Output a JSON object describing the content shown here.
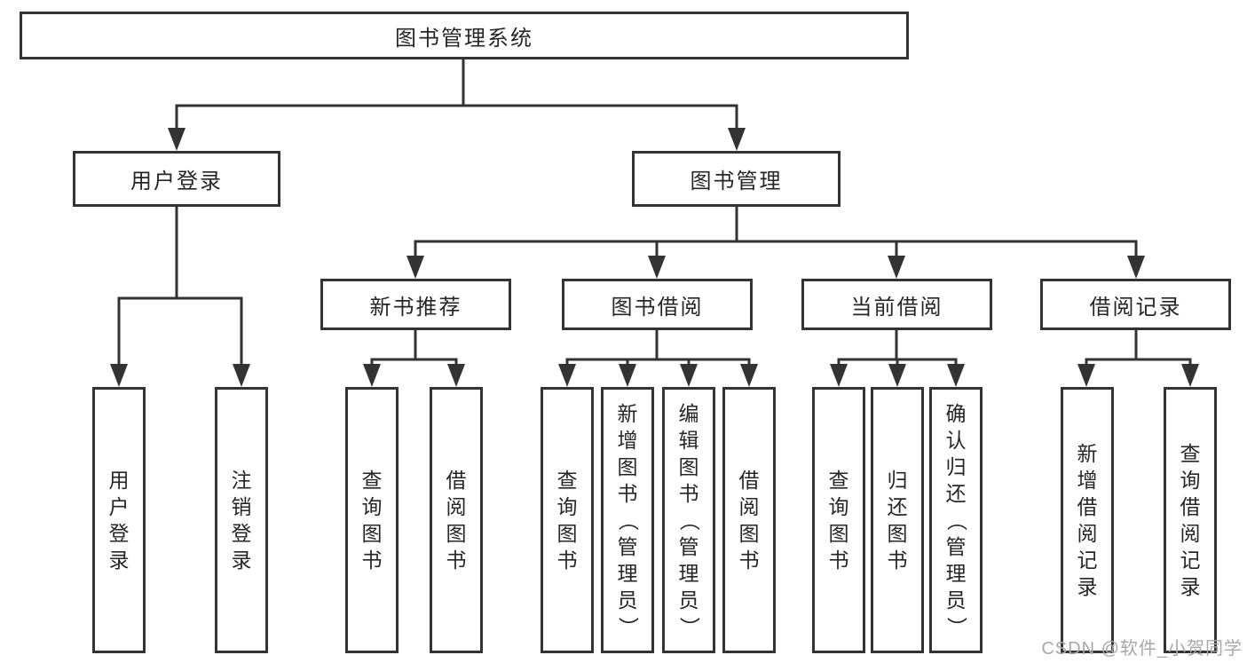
{
  "diagram": {
    "title": "图书管理系统",
    "nodes": {
      "root": {
        "label": "图书管理系统"
      },
      "level2": {
        "user_login": {
          "label": "用户登录"
        },
        "book_management": {
          "label": "图书管理"
        }
      },
      "level3": {
        "new_book_recommend": {
          "label": "新书推荐"
        },
        "book_borrowing": {
          "label": "图书借阅"
        },
        "current_borrowing": {
          "label": "当前借阅"
        },
        "borrowing_records": {
          "label": "借阅记录"
        }
      },
      "leaves": {
        "user_login": {
          "label": "用户登录"
        },
        "logout": {
          "label": "注销登录"
        },
        "recommend_query_book": {
          "label": "查询图书"
        },
        "recommend_borrow_book": {
          "label": "借阅图书"
        },
        "borrowing_query_book": {
          "label": "查询图书"
        },
        "borrowing_add_book_admin": {
          "label": "新增图书（管理员）"
        },
        "borrowing_edit_book_admin": {
          "label": "编辑图书（管理员）"
        },
        "borrowing_borrow_book": {
          "label": "借阅图书"
        },
        "current_query_book": {
          "label": "查询图书"
        },
        "current_return_book": {
          "label": "归还图书"
        },
        "current_confirm_return_admin": {
          "label": "确认归还（管理员）"
        },
        "records_add_record": {
          "label": "新增借阅记录"
        },
        "records_query_record": {
          "label": "查询借阅记录"
        }
      }
    },
    "colors": {
      "line": "#333333",
      "box_border": "#333333",
      "box_fill": "#ffffff",
      "text": "#262626",
      "background": "#ffffff",
      "watermark": "#a8a8a8"
    }
  },
  "watermark": {
    "text": "CSDN @软件_小贺同学"
  }
}
